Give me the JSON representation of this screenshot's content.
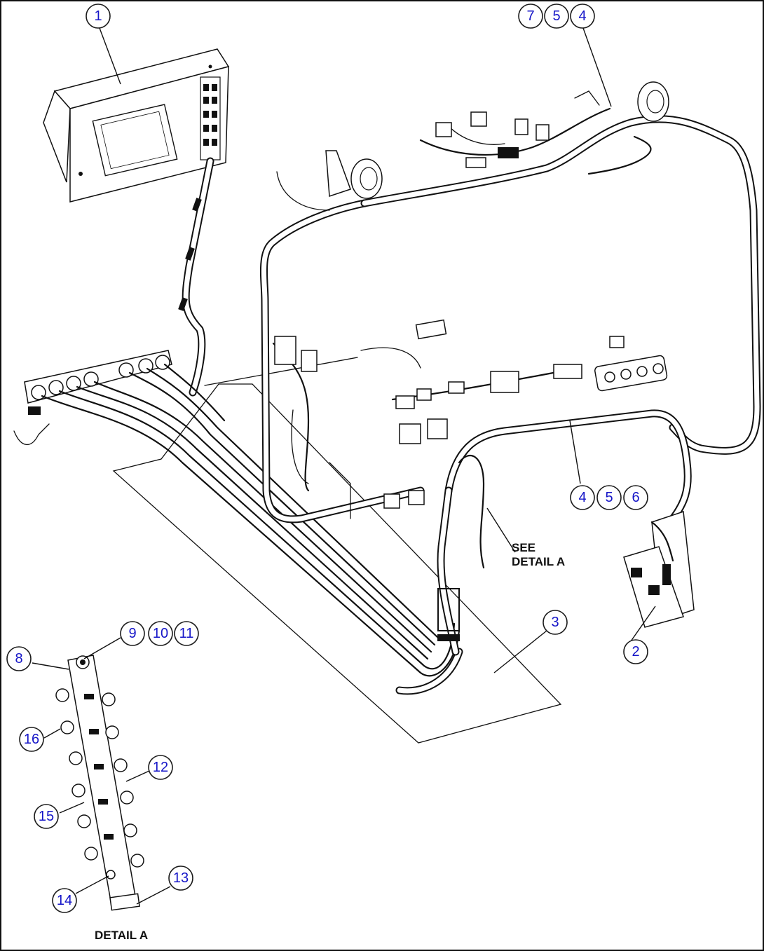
{
  "callouts": {
    "c1": "1",
    "c2": "2",
    "c3": "3",
    "c7a": "7",
    "c5a": "5",
    "c4a": "4",
    "c4b": "4",
    "c5b": "5",
    "c6b": "6",
    "c8": "8",
    "c9": "9",
    "c10": "10",
    "c11": "11",
    "c12": "12",
    "c13": "13",
    "c14": "14",
    "c15": "15",
    "c16": "16"
  },
  "labels": {
    "see_detail_line1": "SEE",
    "see_detail_line2": "DETAIL A",
    "detail_a_title": "DETAIL A"
  },
  "colors": {
    "callout_text": "#1515c8",
    "line": "#111111"
  }
}
